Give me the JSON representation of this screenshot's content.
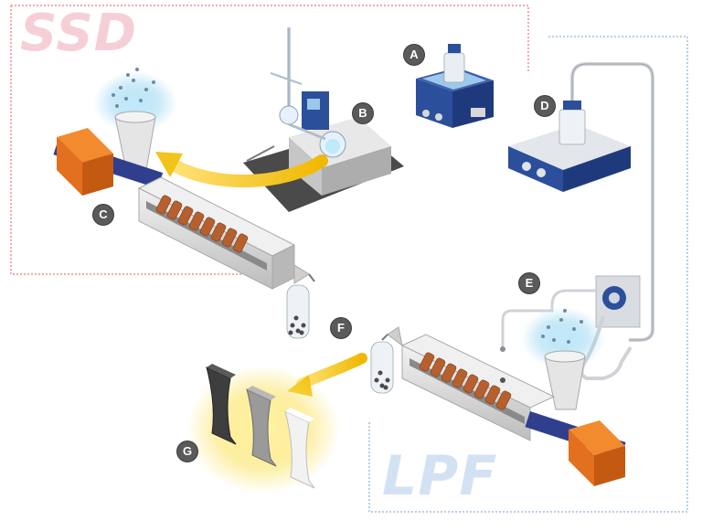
{
  "regions": {
    "ssd": {
      "label": "SSD",
      "border_color": "#e05a5a",
      "text_color": "#f6cfd6"
    },
    "lpf": {
      "label": "LPF",
      "border_color": "#6f9fd6",
      "text_color": "#d3e2f3"
    }
  },
  "markers": {
    "a": "A",
    "b": "B",
    "c": "C",
    "d": "D",
    "e": "E",
    "f": "F",
    "g": "G"
  },
  "colors": {
    "extruder_body": "#dcdcdc",
    "screw": "#b5602e",
    "motor": "#e2701e",
    "shaft": "#2f3f8e",
    "equipment_blue": "#2c4f9c",
    "arrow_yellow": "#f2c31a",
    "particle_glow": "#8fd3f0",
    "marker_fill": "#5a5a5a"
  }
}
